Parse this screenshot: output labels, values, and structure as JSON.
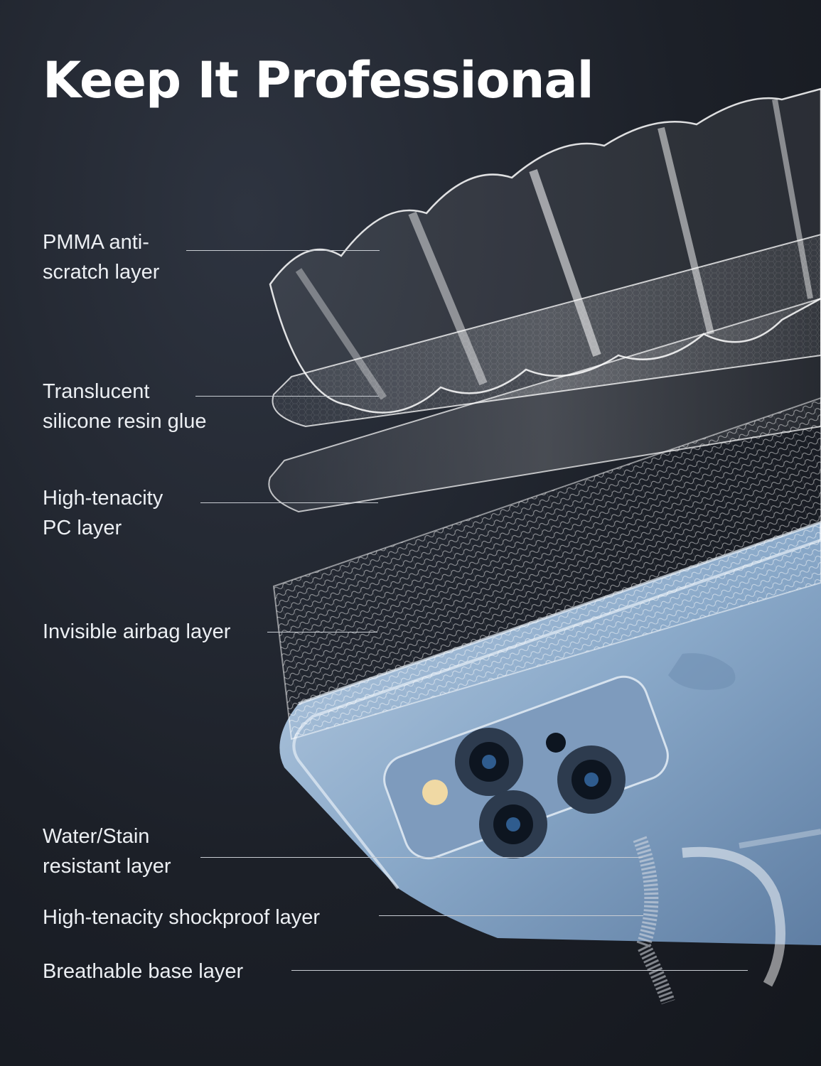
{
  "title": "Keep It Professional",
  "layers": [
    {
      "lines": [
        "PMMA anti-",
        "scratch layer"
      ]
    },
    {
      "lines": [
        "Translucent",
        "silicone resin glue"
      ]
    },
    {
      "lines": [
        "High-tenacity",
        "PC layer"
      ]
    },
    {
      "lines": [
        "Invisible airbag layer"
      ]
    },
    {
      "lines": [
        "Water/Stain",
        "resistant layer"
      ]
    },
    {
      "lines": [
        "High-tenacity shockproof layer"
      ]
    },
    {
      "lines": [
        "Breathable base layer"
      ]
    }
  ],
  "colors": {
    "background": "#1c2028",
    "title": "#ffffff",
    "label": "#eceff3",
    "leader_line": "#c9cdd3",
    "phone_blue": "#8aa9c9"
  }
}
